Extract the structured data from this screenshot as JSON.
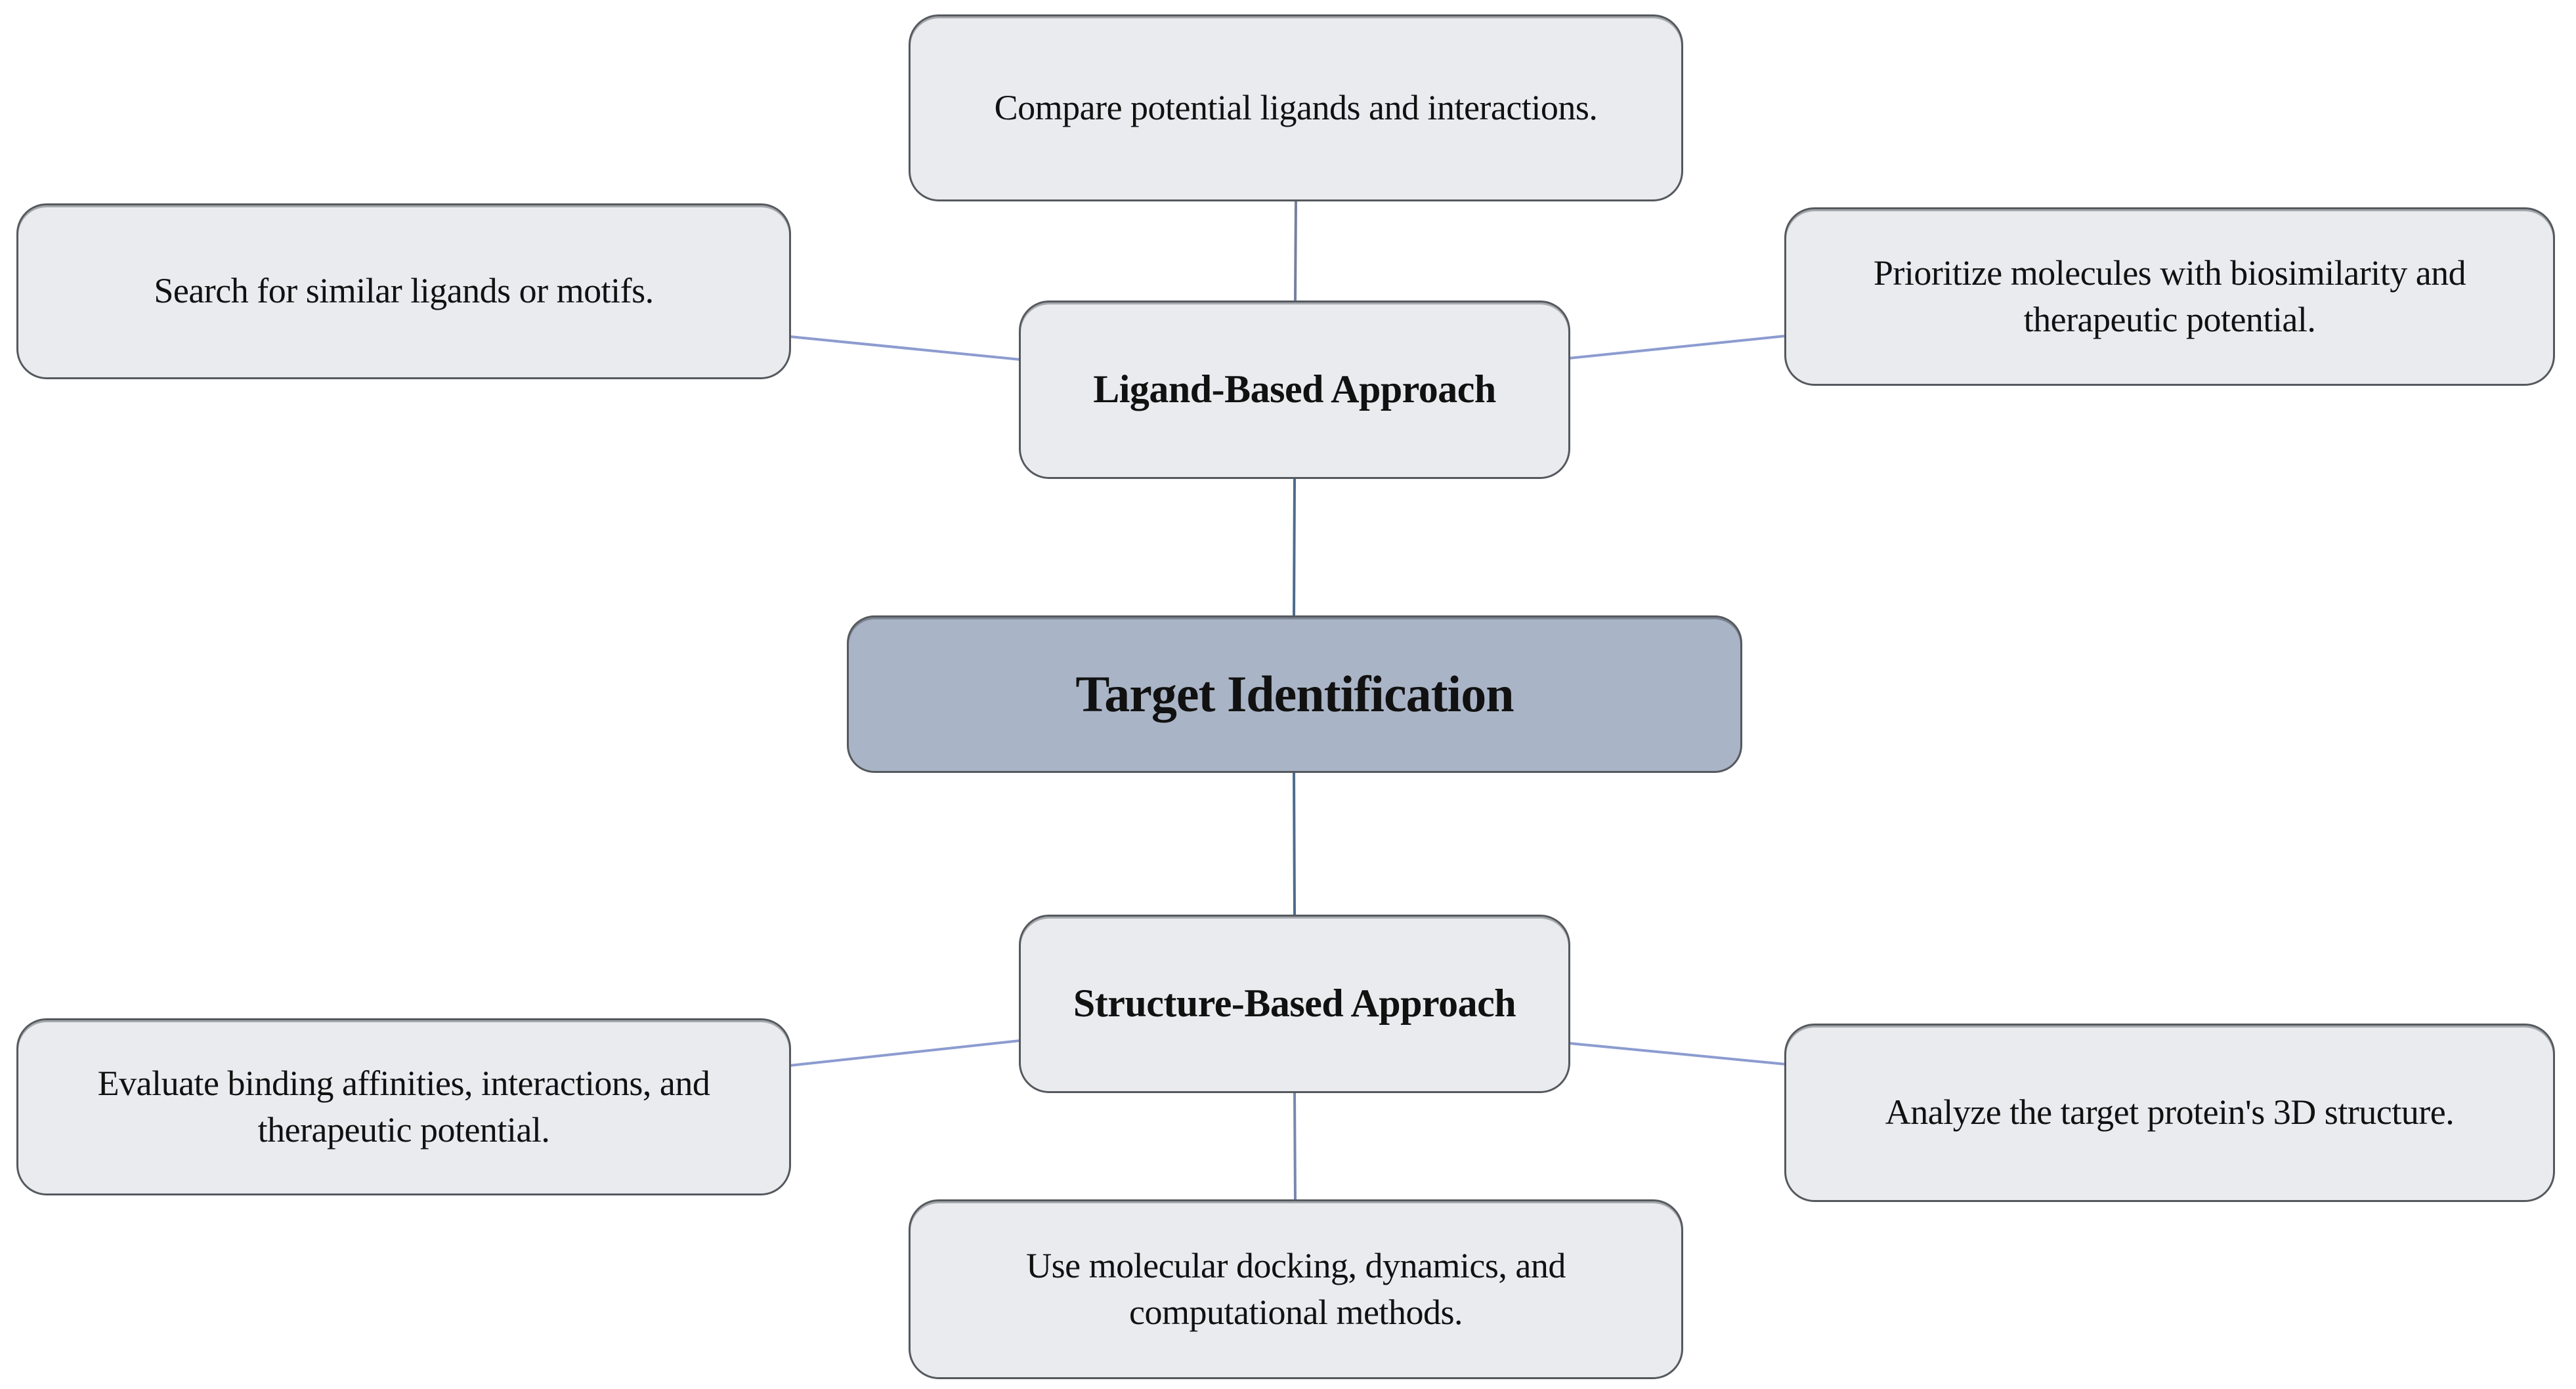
{
  "diagram": {
    "type": "mind-map",
    "colors": {
      "background": "#ffffff",
      "center_node_fill": "#a9b4c6",
      "leaf_node_fill": "#e9ebee",
      "node_border": "#55595e",
      "trunk_line": "#4c6c8c",
      "stem_line_top": "#76809e",
      "stem_line_bottom": "#7a87ad",
      "branch_line": "#8c9cd0",
      "text": "#111111"
    },
    "nodes": {
      "center": "Target Identification",
      "ligand_branch": "Ligand-Based Approach",
      "structure_branch": "Structure-Based Approach",
      "compare": "Compare potential ligands and interactions.",
      "search": "Search for similar ligands or motifs.",
      "prioritize": "Prioritize molecules with biosimilarity and therapeutic potential.",
      "evaluate": "Evaluate binding affinities, interactions, and therapeutic potential.",
      "analyze": "Analyze the target protein's 3D structure.",
      "docking": "Use molecular docking, dynamics, and computational methods."
    }
  }
}
